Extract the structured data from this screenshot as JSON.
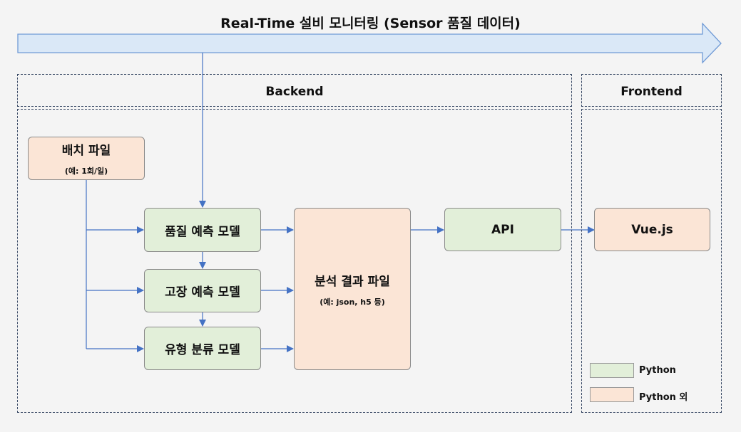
{
  "title": "Real-Time 설비 모니터링 (Sensor 품질 데이터)",
  "sections": {
    "backend": "Backend",
    "frontend": "Frontend"
  },
  "nodes": {
    "batch_file": {
      "label": "배치 파일",
      "sub": "(예: 1회/일)"
    },
    "quality_model": {
      "label": "품질 예측 모델"
    },
    "fault_model": {
      "label": "고장 예측 모델"
    },
    "type_model": {
      "label": "유형 분류 모델"
    },
    "result_file": {
      "label": "분석 결과 파일",
      "sub": "(예: json, h5 등)"
    },
    "api": {
      "label": "API"
    },
    "vuejs": {
      "label": "Vue.js"
    }
  },
  "legend": {
    "python": "Python",
    "non_python": "Python 외"
  },
  "colors": {
    "python_fill": "#e2efd9",
    "non_python_fill": "#fbe5d6",
    "arrow": "#4472c4",
    "banner_fill": "#dae8f7"
  }
}
